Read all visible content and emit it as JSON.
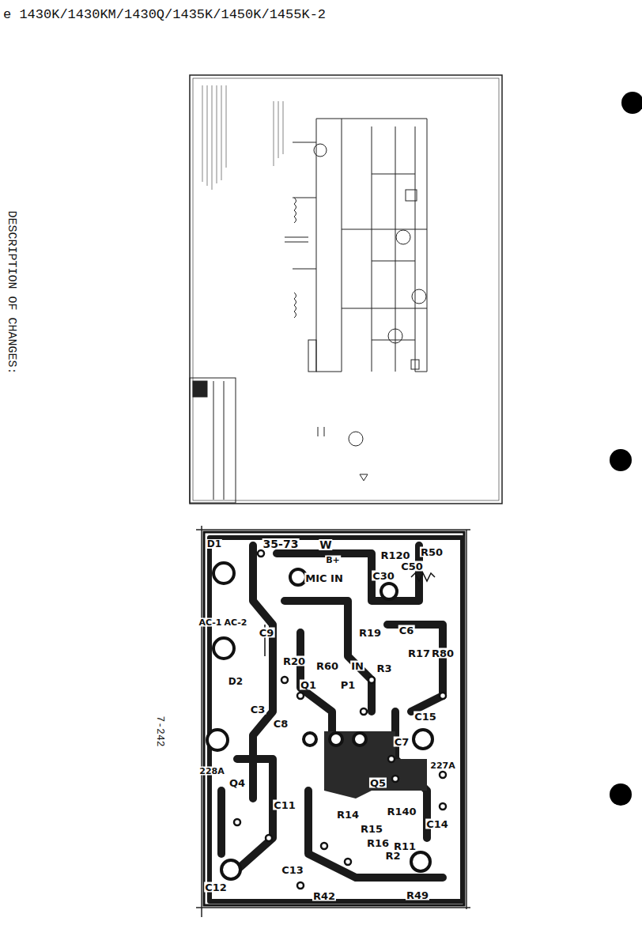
{
  "diagram": {
    "title": "e 1430K/1430KM/1430Q/1435K/1450K/1455K-2",
    "labels": [
      "DESCRIPTION OF CHANGES:",
      "7-242",
      "35-73",
      "W",
      "B+",
      "MIC IN",
      "R50",
      "R120",
      "C50",
      "C30",
      "R19",
      "C6",
      "R20",
      "C9",
      "AC-1",
      "AC-2",
      "D1",
      "D2",
      "R60",
      "R17",
      "R80",
      "R3",
      "Q1",
      "IN",
      "P1",
      "C3",
      "C15",
      "C7",
      "C8",
      "C11",
      "C14",
      "C13",
      "C12",
      "R14",
      "R15",
      "R16",
      "Q5",
      "Q4",
      "228A",
      "227A",
      "R140",
      "R42",
      "R49",
      "R2",
      "R11"
    ]
  }
}
